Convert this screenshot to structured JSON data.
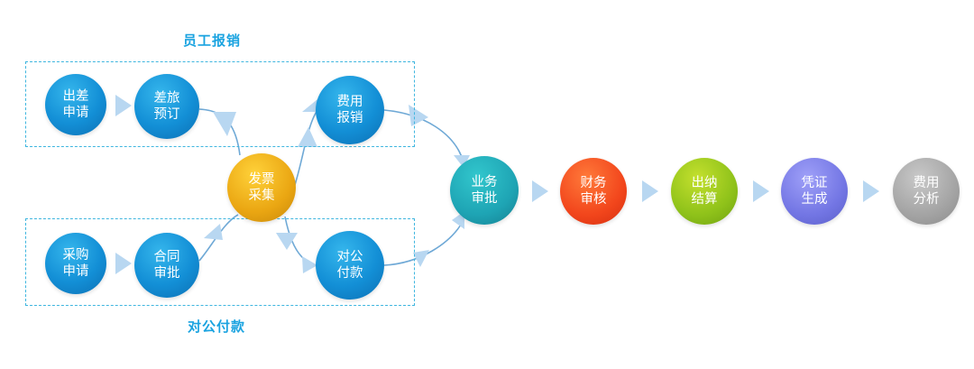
{
  "groups": {
    "employee_reimbursement": "员工报销",
    "corporate_payment": "对公付款"
  },
  "nodes": {
    "travel_apply": [
      "出差",
      "申请"
    ],
    "travel_booking": [
      "差旅",
      "预订"
    ],
    "expense_reimburse": [
      "费用",
      "报销"
    ],
    "invoice_collect": [
      "发票",
      "采集"
    ],
    "purchase_apply": [
      "采购",
      "申请"
    ],
    "contract_approve": [
      "合同",
      "审批"
    ],
    "corporate_pay": [
      "对公",
      "付款"
    ],
    "business_approve": [
      "业务",
      "审批"
    ],
    "finance_review": [
      "财务",
      "审核"
    ],
    "cashier_settle": [
      "出纳",
      "结算"
    ],
    "voucher_generate": [
      "凭证",
      "生成"
    ],
    "expense_analysis": [
      "费用",
      "分析"
    ]
  },
  "colors": {
    "box_border": "#3fb6df",
    "title": "#1aa3e0",
    "connector": "#6fa9d6",
    "arrow_fill": "#b8d7f1",
    "blue": "#138fd6",
    "gold": "#eaa612",
    "teal": "#1ea4b4",
    "red": "#f2461c",
    "green": "#8fc21a",
    "purple": "#7376e4",
    "gray": "#a4a4a4"
  }
}
